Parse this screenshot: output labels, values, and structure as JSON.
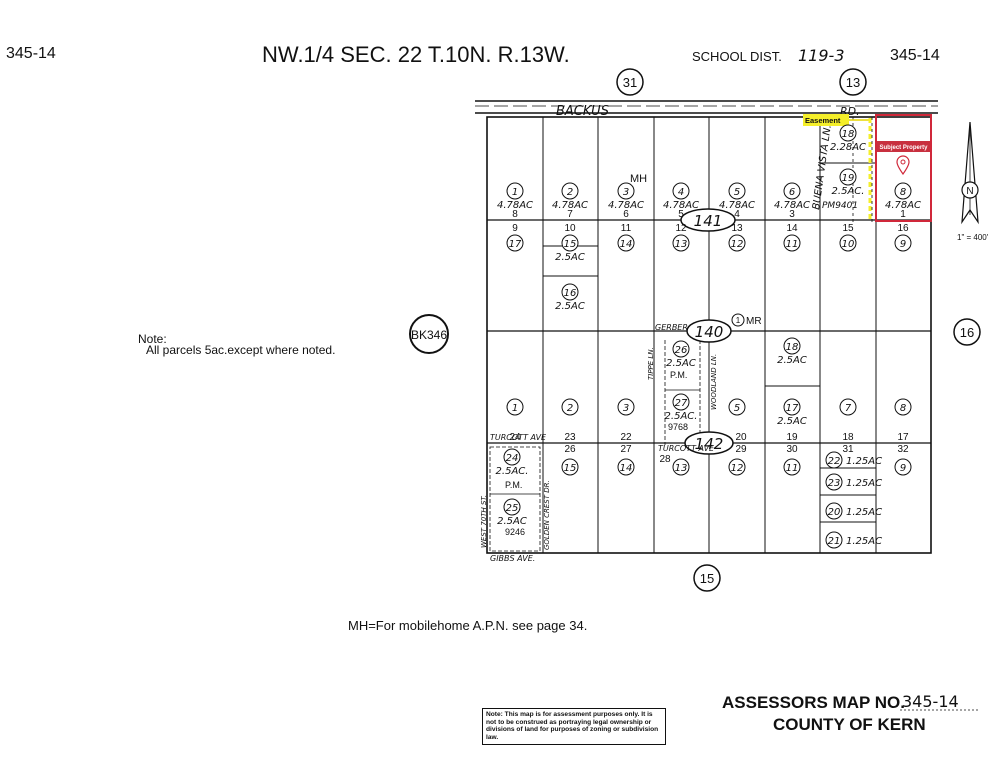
{
  "header": {
    "left_code": "345-14",
    "title": "NW.1/4 SEC. 22 T.10N. R.13W.",
    "school_label": "SCHOOL DIST.",
    "school_value": "119-3",
    "right_code": "345-14"
  },
  "neighbors": {
    "north_left": "31",
    "north_right": "13",
    "west": "BK346",
    "east": "16",
    "south": "15"
  },
  "roads": {
    "backus": "BACKUS",
    "rd": "RD.",
    "buena_vista": "BUENA VISTA LN.",
    "gerber": "GERBER",
    "tippe": "TIPPE LN.",
    "woodland": "WOODLAND LN.",
    "turcott_west": "TURCOTT AVE",
    "turcott_mid": "TURCOTT AVE",
    "west_70th": "WEST 70TH ST.",
    "golden_crest": "GOLDEN CREST DR.",
    "gibbs": "GIBBS AVE."
  },
  "books": {
    "b141": "141",
    "b140": "140",
    "b142": "142"
  },
  "annotations": {
    "easement": "Easement",
    "subject": "Subject Property",
    "mh": "MH",
    "mr": "MR",
    "pm9401": "PM9401",
    "pm_mid": "P.M.",
    "pm_mid_num": "9768",
    "pm_sw": "P.M.",
    "pm_sw_num": "9246"
  },
  "note_left": {
    "title": "Note:",
    "text": "All parcels 5ac.except where noted."
  },
  "mh_note": "MH=For mobilehome A.P.N. see page 34.",
  "scale": "1\" = 400'",
  "footer": {
    "map_label": "ASSESSORS MAP NO.",
    "map_no": "345-14",
    "county": "COUNTY OF KERN",
    "disclaimer": "Note: This map is for assessment purposes only. It is not to be construed as portraying legal ownership or divisions of land for purposes of zoning or subdivision law."
  },
  "colors": {
    "easement_highlight": "#f5ef2a",
    "subject_border": "#d0283a",
    "subject_tag": "#c8303f",
    "ink": "#111111"
  },
  "parcels": [
    {
      "n": "1",
      "area": "4.78AC",
      "lot": "8"
    },
    {
      "n": "2",
      "area": "4.78AC",
      "lot": "7"
    },
    {
      "n": "3",
      "area": "4.78AC",
      "lot": "6"
    },
    {
      "n": "4",
      "area": "4.78AC",
      "lot": "5"
    },
    {
      "n": "5",
      "area": "4.78AC",
      "lot": "4"
    },
    {
      "n": "6",
      "area": "4.78AC",
      "lot": "3"
    },
    {
      "n": "18",
      "area": "2.28AC"
    },
    {
      "n": "19",
      "area": "2.5AC."
    },
    {
      "n": "8",
      "area": "4.78AC",
      "lot": "1"
    },
    {
      "n": "17",
      "lot": "9"
    },
    {
      "n": "15",
      "area": "2.5AC",
      "lot": "10"
    },
    {
      "n": "14",
      "lot": "11"
    },
    {
      "n": "13",
      "lot": "12"
    },
    {
      "n": "12",
      "lot": "13"
    },
    {
      "n": "11",
      "lot": "14"
    },
    {
      "n": "10",
      "lot": "15"
    },
    {
      "n": "9",
      "lot": "16"
    },
    {
      "n": "16",
      "area": "2.5AC"
    },
    {
      "n": "1",
      "lot": "24"
    },
    {
      "n": "2",
      "lot": "23"
    },
    {
      "n": "3",
      "lot": "22"
    },
    {
      "n": "26",
      "area": "2.5AC"
    },
    {
      "n": "27",
      "area": "2.5AC."
    },
    {
      "n": "5",
      "lot": "20"
    },
    {
      "n": "18",
      "area": "2.5AC"
    },
    {
      "n": "17",
      "area": "2.5AC",
      "lot": "19"
    },
    {
      "n": "7",
      "lot": "18"
    },
    {
      "n": "8",
      "lot": "17"
    },
    {
      "n": "24",
      "area": "2.5AC."
    },
    {
      "n": "25",
      "area": "2.5AC"
    },
    {
      "n": "15",
      "lot": "26"
    },
    {
      "n": "14",
      "lot": "27"
    },
    {
      "n": "13",
      "lot": "28"
    },
    {
      "n": "12",
      "lot": "29"
    },
    {
      "n": "11",
      "lot": "30"
    },
    {
      "n": "22",
      "area": "1.25AC",
      "lot": "31"
    },
    {
      "n": "23",
      "area": "1.25AC"
    },
    {
      "n": "20",
      "area": "1.25AC"
    },
    {
      "n": "21",
      "area": "1.25AC"
    },
    {
      "n": "9",
      "lot": "32"
    }
  ]
}
